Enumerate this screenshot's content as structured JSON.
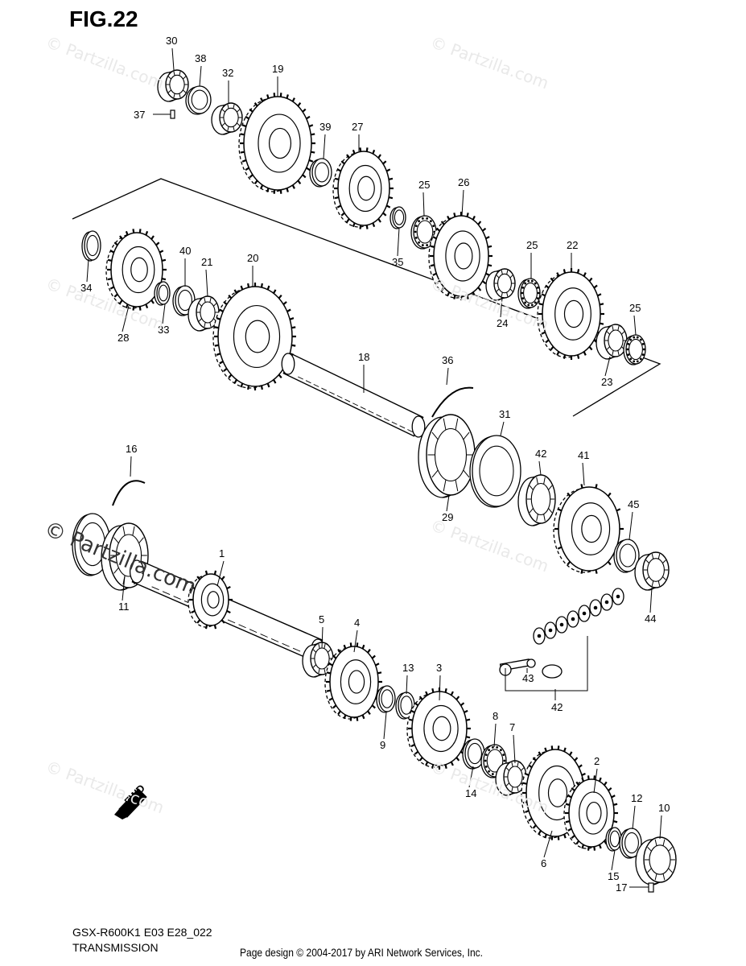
{
  "figure": {
    "title": "FIG.22",
    "model_code": "GSX-R600K1 E03 E28_022",
    "diagram_title": "TRANSMISSION",
    "footer": "Page design © 2004-2017 by ARI Network Services, Inc.",
    "watermark": "© Partzilla.com",
    "fwd_label": "FWD"
  },
  "callouts": [
    "1",
    "2",
    "3",
    "4",
    "5",
    "6",
    "7",
    "8",
    "9",
    "10",
    "11",
    "12",
    "13",
    "14",
    "15",
    "16",
    "17",
    "18",
    "19",
    "20",
    "21",
    "22",
    "23",
    "24",
    "25",
    "25",
    "25",
    "26",
    "27",
    "28",
    "29",
    "30",
    "31",
    "32",
    "33",
    "34",
    "35",
    "36",
    "37",
    "38",
    "39",
    "40",
    "41",
    "42",
    "43",
    "44",
    "45",
    "46"
  ]
}
